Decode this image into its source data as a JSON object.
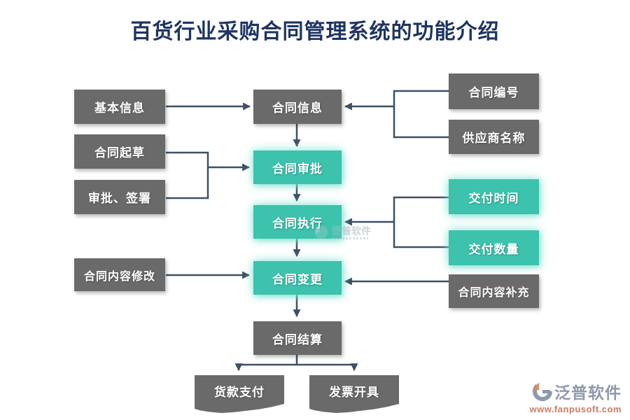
{
  "title": "百货行业采购合同管理系统的功能介绍",
  "nodes": {
    "basic_info": {
      "label": "基本信息"
    },
    "contract_draft": {
      "label": "合同起草"
    },
    "approve_sign": {
      "label": "审批、签署"
    },
    "content_modify": {
      "label": "合同内容修改"
    },
    "contract_info": {
      "label": "合同信息"
    },
    "contract_approval": {
      "label": "合同审批"
    },
    "contract_execution": {
      "label": "合同执行"
    },
    "contract_change": {
      "label": "合同变更"
    },
    "contract_settlement": {
      "label": "合同结算"
    },
    "payment": {
      "label": "货款支付"
    },
    "invoice": {
      "label": "发票开具"
    },
    "contract_no": {
      "label": "合同编号"
    },
    "supplier_name": {
      "label": "供应商名称"
    },
    "delivery_time": {
      "label": "交付时间"
    },
    "delivery_qty": {
      "label": "交付数量"
    },
    "content_supplement": {
      "label": "合同内容补充"
    }
  },
  "colors": {
    "title": "#1e3463",
    "gray_box": "#6a6a6a",
    "teal_box": "#3cc2ad",
    "connector": "#3e5065",
    "brand_text": "#8e99ad",
    "site_text": "#d4795f"
  },
  "watermark": {
    "text": "泛普软件"
  },
  "footer_logo": {
    "brand": "泛普软件",
    "site": "www.fanpusoft.com"
  }
}
